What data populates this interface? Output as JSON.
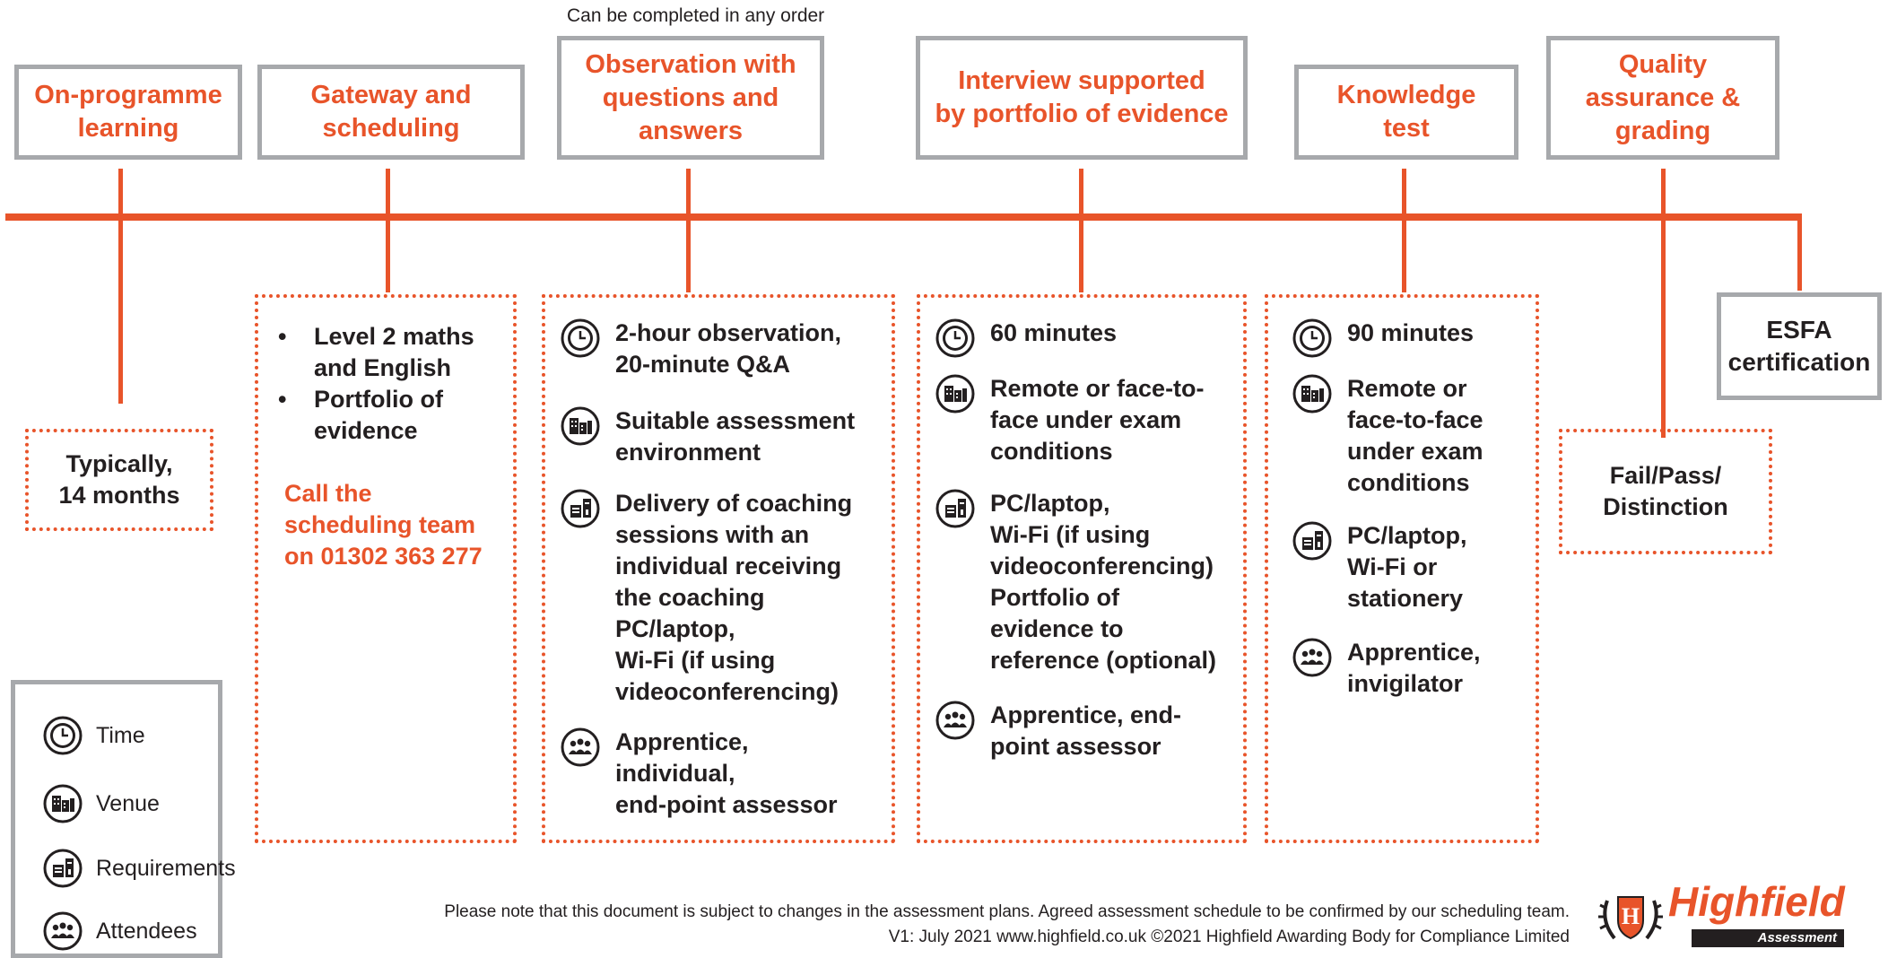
{
  "note": "Can be completed in any order",
  "stages": [
    {
      "label": "On-programme\nlearning"
    },
    {
      "label": "Gateway and\nscheduling"
    },
    {
      "label": "Observation with\nquestions and\nanswers"
    },
    {
      "label": "Interview supported\nby portfolio of evidence"
    },
    {
      "label": "Knowledge\ntest"
    },
    {
      "label": "Quality\nassurance &\ngrading"
    },
    {
      "label": "ESFA\ncertification"
    }
  ],
  "on_programme": {
    "duration": "Typically,\n14 months"
  },
  "gateway": {
    "bullets": [
      "Level 2 maths\nand English",
      "Portfolio of\nevidence"
    ],
    "call": "Call the\nscheduling team\non 01302 363 277"
  },
  "observation": {
    "time": "2-hour observation,\n20-minute Q&A",
    "venue": "Suitable assessment\nenvironment",
    "requirements": "Delivery of coaching\nsessions with an\nindividual receiving\nthe coaching\nPC/laptop,\nWi-Fi (if using\nvideoconferencing)",
    "attendees": "Apprentice,\nindividual,\nend-point assessor"
  },
  "interview": {
    "time": "60 minutes",
    "venue": "Remote or face-to-\nface under exam\nconditions",
    "requirements": "PC/laptop,\nWi-Fi (if using\nvideoconferencing)\nPortfolio of\nevidence to\nreference (optional)",
    "attendees": "Apprentice, end-\npoint assessor"
  },
  "knowledge": {
    "time": "90 minutes",
    "venue": "Remote or\nface-to-face\nunder exam\nconditions",
    "requirements": "PC/laptop,\nWi-Fi or\nstationery",
    "attendees": "Apprentice,\ninvigilator"
  },
  "grading": {
    "outcome": "Fail/Pass/\nDistinction"
  },
  "legend": [
    {
      "label": "Time",
      "icon": "clock-icon"
    },
    {
      "label": "Venue",
      "icon": "building-icon"
    },
    {
      "label": "Requirements",
      "icon": "server-icon"
    },
    {
      "label": "Attendees",
      "icon": "people-icon"
    }
  ],
  "footer": {
    "line1": "Please note that this document is subject to changes in the assessment plans.  Agreed assessment schedule to be confirmed by our scheduling team.",
    "line2": "V1: July 2021    www.highfield.co.uk   ©2021 Highfield Awarding Body for Compliance Limited"
  },
  "logo": {
    "name": "Highfield",
    "tag": "Assessment",
    "badge": "H"
  },
  "colors": {
    "accent": "#e8542a",
    "border": "#a7a9ac",
    "text": "#231f20"
  }
}
